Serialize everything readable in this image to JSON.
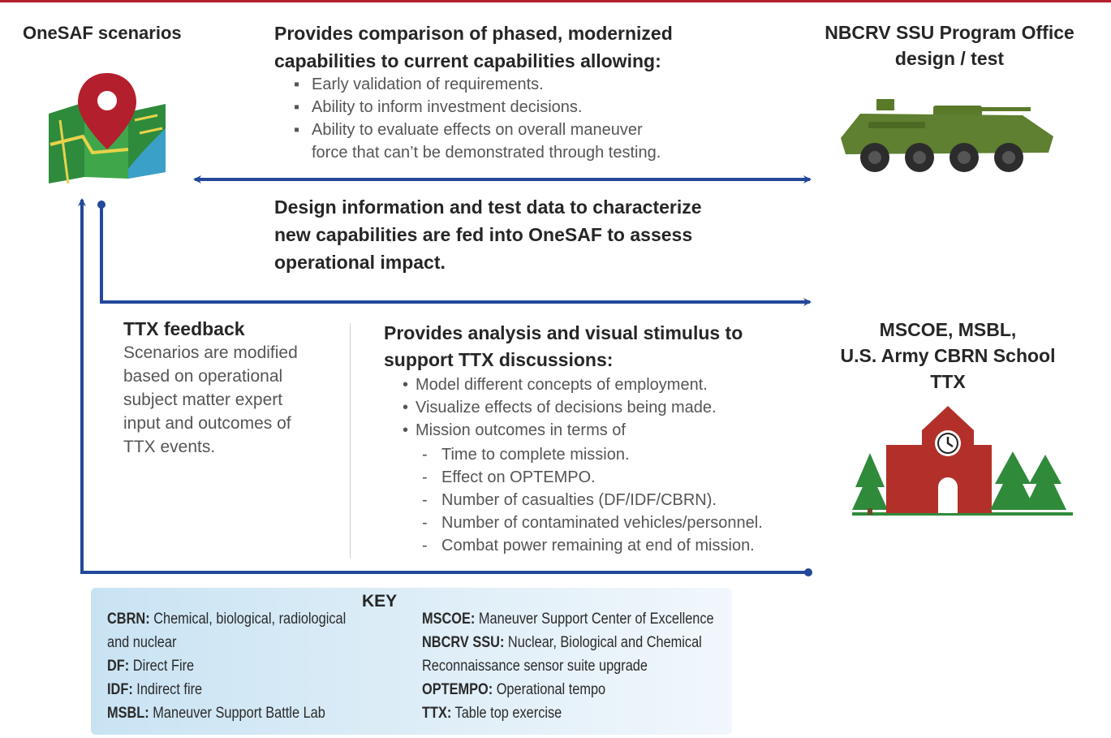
{
  "onesaf": {
    "title": "OneSAF scenarios"
  },
  "nbcrv": {
    "title_line1": "NBCRV SSU Program Office",
    "title_line2": "design / test"
  },
  "comparison": {
    "heading_line1": "Provides comparison of phased, modernized",
    "heading_line2": "capabilities to current capabilities allowing:",
    "bullets": [
      "Early validation of requirements.",
      "Ability to inform investment decisions.",
      "Ability to evaluate effects on overall maneuver",
      "force that can’t be demonstrated through testing."
    ]
  },
  "design": {
    "line1": "Design information and test data to characterize",
    "line2": "new capabilities are fed into OneSAF to assess",
    "line3": "operational impact."
  },
  "ttx_feedback": {
    "title": "TTX feedback",
    "lines": [
      "Scenarios are modified",
      "based on operational",
      "subject matter expert",
      "input and outcomes of",
      "TTX events."
    ]
  },
  "analysis": {
    "heading_line1": "Provides analysis and visual stimulus to",
    "heading_line2": "support TTX discussions:",
    "bullets": [
      "Model different concepts of employment.",
      "Visualize effects of decisions being made.",
      "Mission outcomes in terms of"
    ],
    "subbullets": [
      "Time to complete mission.",
      "Effect on OPTEMPO.",
      "Number of casualties (DF/IDF/CBRN).",
      "Number of contaminated vehicles/personnel.",
      "Combat power remaining at end of mission."
    ]
  },
  "mscoe": {
    "line1": "MSCOE, MSBL,",
    "line2": "U.S. Army CBRN School",
    "line3": "TTX"
  },
  "key": {
    "title": "KEY",
    "left": [
      {
        "abbr": "CBRN:",
        "text": "Chemical, biological, radiological"
      },
      {
        "abbr": "",
        "text": "and nuclear"
      },
      {
        "abbr": "DF:",
        "text": "Direct Fire"
      },
      {
        "abbr": "IDF:",
        "text": "Indirect fire"
      },
      {
        "abbr": "MSBL:",
        "text": "Maneuver Support Battle Lab"
      }
    ],
    "right": [
      {
        "abbr": "MSCOE:",
        "text": "Maneuver Support Center of Excellence"
      },
      {
        "abbr": "NBCRV SSU:",
        "text": "Nuclear, Biological and Chemical"
      },
      {
        "abbr": "",
        "text": "Reconnaissance sensor suite upgrade"
      },
      {
        "abbr": "OPTEMPO:",
        "text": "Operational tempo"
      },
      {
        "abbr": "TTX:",
        "text": "Table top exercise"
      }
    ]
  },
  "colors": {
    "arrow": "#23489b",
    "accent_red": "#b41f2e",
    "map_green": "#2e8b3c",
    "vehicle_green": "#5a7a2a",
    "building_red": "#b3302a",
    "tree_green": "#2f8a3a"
  }
}
